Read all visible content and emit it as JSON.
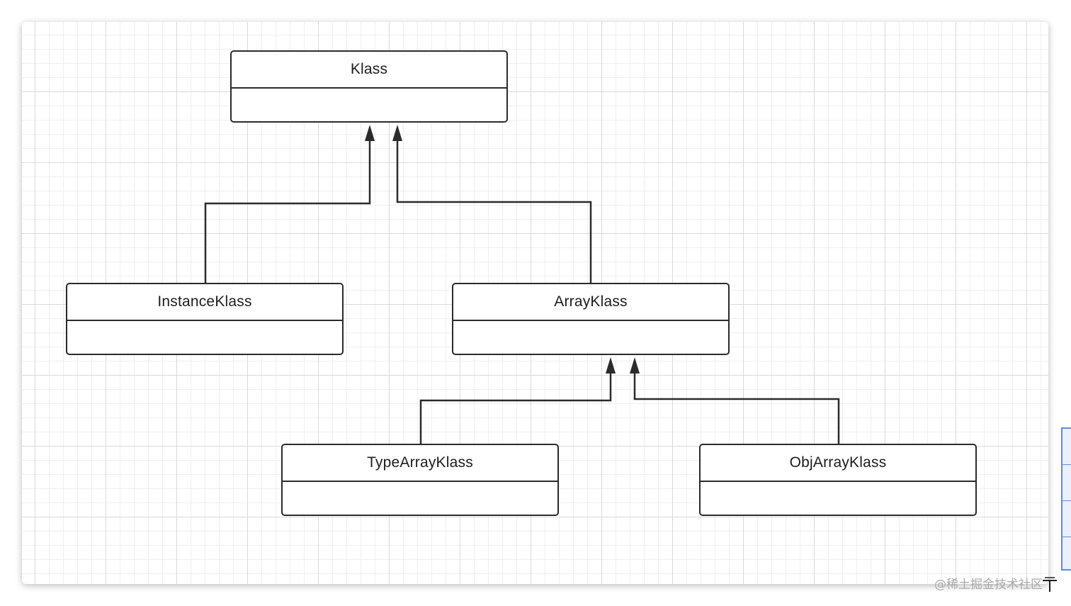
{
  "diagram": {
    "classes": [
      {
        "id": "klass",
        "name": "Klass"
      },
      {
        "id": "instance",
        "name": "InstanceKlass"
      },
      {
        "id": "array",
        "name": "ArrayKlass"
      },
      {
        "id": "typearray",
        "name": "TypeArrayKlass"
      },
      {
        "id": "objarray",
        "name": "ObjArrayKlass"
      }
    ],
    "relationships": [
      {
        "from": "InstanceKlass",
        "to": "Klass",
        "type": "inheritance"
      },
      {
        "from": "ArrayKlass",
        "to": "Klass",
        "type": "inheritance"
      },
      {
        "from": "TypeArrayKlass",
        "to": "ArrayKlass",
        "type": "inheritance"
      },
      {
        "from": "ObjArrayKlass",
        "to": "ArrayKlass",
        "type": "inheritance"
      }
    ]
  },
  "watermark": "@稀土掘金技术社区",
  "colors": {
    "stroke": "#2b2b2b",
    "grid_major": "#d9d9d9",
    "grid_minor": "#efefef",
    "watermark": "#a9a9a9"
  }
}
